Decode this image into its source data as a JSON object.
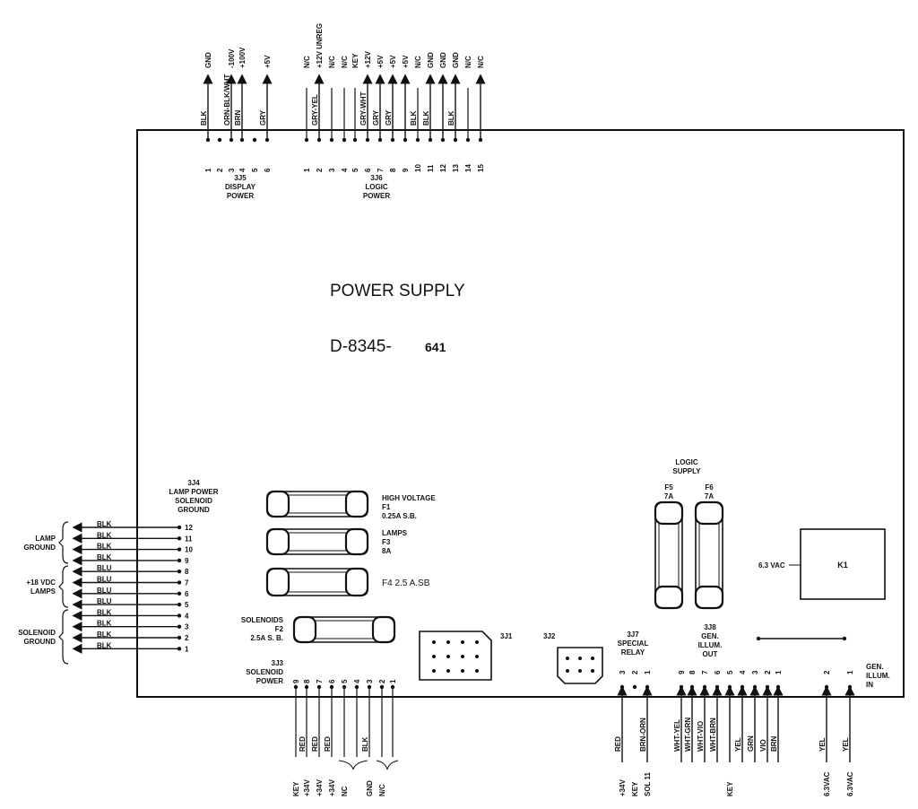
{
  "board": {
    "title": "POWER SUPPLY",
    "part_prefix": "D-8345-",
    "part_suffix": "641"
  },
  "connectors": {
    "j5": {
      "title": [
        "3J5",
        "DISPLAY",
        "POWER"
      ],
      "pins": [
        {
          "pin": "1",
          "wire": "BLK",
          "signal": "GND",
          "dir": "out"
        },
        {
          "pin": "2",
          "wire": "",
          "signal": "",
          "dir": "none"
        },
        {
          "pin": "3",
          "wire": "ORN-BLK/WHT",
          "signal": "-100V",
          "dir": "out"
        },
        {
          "pin": "4",
          "wire": "BRN",
          "signal": "+100V",
          "dir": "out"
        },
        {
          "pin": "5",
          "wire": "",
          "signal": "",
          "dir": "none"
        },
        {
          "pin": "6",
          "wire": "GRY",
          "signal": "+5V",
          "dir": "out"
        }
      ]
    },
    "j6": {
      "title": [
        "3J6",
        "LOGIC",
        "POWER"
      ],
      "pins": [
        {
          "pin": "1",
          "wire": "",
          "signal": "N/C",
          "dir": "none"
        },
        {
          "pin": "2",
          "wire": "GRY-YEL",
          "signal": "+12V UNREG",
          "dir": "out"
        },
        {
          "pin": "3",
          "wire": "",
          "signal": "N/C",
          "dir": "none"
        },
        {
          "pin": "4",
          "wire": "",
          "signal": "N/C",
          "dir": "none"
        },
        {
          "pin": "5",
          "wire": "",
          "signal": "KEY",
          "dir": "none"
        },
        {
          "pin": "6",
          "wire": "GRY-WHT",
          "signal": "+12V",
          "dir": "out"
        },
        {
          "pin": "7",
          "wire": "GRY",
          "signal": "+5V",
          "dir": "out"
        },
        {
          "pin": "8",
          "wire": "GRY",
          "signal": "+5V",
          "dir": "out"
        },
        {
          "pin": "9",
          "wire": "",
          "signal": "+5V",
          "dir": "out"
        },
        {
          "pin": "10",
          "wire": "BLK",
          "signal": "N/C",
          "dir": "none"
        },
        {
          "pin": "11",
          "wire": "BLK",
          "signal": "GND",
          "dir": "out"
        },
        {
          "pin": "12",
          "wire": "",
          "signal": "GND",
          "dir": "out"
        },
        {
          "pin": "13",
          "wire": "BLK",
          "signal": "GND",
          "dir": "out"
        },
        {
          "pin": "14",
          "wire": "",
          "signal": "N/C",
          "dir": "none"
        },
        {
          "pin": "15",
          "wire": "",
          "signal": "N/C",
          "dir": "out"
        }
      ]
    },
    "j4": {
      "title": [
        "3J4",
        "LAMP POWER",
        "SOLENOID",
        "GROUND"
      ],
      "pins": [
        {
          "pin": "12",
          "wire": "BLK"
        },
        {
          "pin": "11",
          "wire": "BLK"
        },
        {
          "pin": "10",
          "wire": "BLK"
        },
        {
          "pin": "9",
          "wire": "BLK"
        },
        {
          "pin": "8",
          "wire": "BLU"
        },
        {
          "pin": "7",
          "wire": "BLU"
        },
        {
          "pin": "6",
          "wire": "BLU"
        },
        {
          "pin": "5",
          "wire": "BLU"
        },
        {
          "pin": "4",
          "wire": "BLK"
        },
        {
          "pin": "3",
          "wire": "BLK"
        },
        {
          "pin": "2",
          "wire": "BLK"
        },
        {
          "pin": "1",
          "wire": "BLK"
        }
      ],
      "groups": [
        {
          "label": [
            "LAMP",
            "GROUND"
          ]
        },
        {
          "label": [
            "+18 VDC",
            "LAMPS"
          ]
        },
        {
          "label": [
            "SOLENOID",
            "GROUND"
          ]
        }
      ]
    },
    "j3": {
      "title": [
        "3J3",
        "SOLENOID",
        "POWER"
      ],
      "pins": [
        {
          "pin": "9",
          "wire": "",
          "signal": "KEY"
        },
        {
          "pin": "8",
          "wire": "RED",
          "signal": "+34V"
        },
        {
          "pin": "7",
          "wire": "RED",
          "signal": "+34V"
        },
        {
          "pin": "6",
          "wire": "RED",
          "signal": "+34V"
        },
        {
          "pin": "5",
          "wire": "",
          "signal": "NC"
        },
        {
          "pin": "4",
          "wire": "",
          "signal": ""
        },
        {
          "pin": "3",
          "wire": "BLK",
          "signal": "GND"
        },
        {
          "pin": "2",
          "wire": "",
          "signal": "N/C"
        },
        {
          "pin": "1",
          "wire": "",
          "signal": ""
        }
      ]
    },
    "j1": {
      "label": "3J1"
    },
    "j2": {
      "label": "3J2"
    },
    "j7": {
      "title": [
        "3J7",
        "SPECIAL",
        "RELAY"
      ],
      "pins": [
        {
          "pin": "3",
          "wire": "RED",
          "signal": "+34V",
          "dir": "in"
        },
        {
          "pin": "2",
          "wire": "",
          "signal": "KEY",
          "dir": "none"
        },
        {
          "pin": "1",
          "wire": "BRN-ORN",
          "signal": "SOL 11",
          "dir": "in"
        }
      ]
    },
    "j8": {
      "title": [
        "3J8",
        "GEN.",
        "ILLUM.",
        "OUT"
      ],
      "pins": [
        {
          "pin": "9",
          "wire": "WHT-YEL",
          "signal": ""
        },
        {
          "pin": "8",
          "wire": "WHT-GRN",
          "signal": ""
        },
        {
          "pin": "7",
          "wire": "WHT-VIO",
          "signal": ""
        },
        {
          "pin": "6",
          "wire": "WHT-BRN",
          "signal": ""
        },
        {
          "pin": "5",
          "wire": "",
          "signal": "KEY"
        },
        {
          "pin": "4",
          "wire": "YEL",
          "signal": ""
        },
        {
          "pin": "3",
          "wire": "GRN",
          "signal": ""
        },
        {
          "pin": "2",
          "wire": "VIO",
          "signal": ""
        },
        {
          "pin": "1",
          "wire": "BRN",
          "signal": ""
        }
      ]
    },
    "j9": {
      "title": [
        "GEN.",
        "ILLUM.",
        "IN"
      ],
      "pins": [
        {
          "pin": "2",
          "wire": "YEL",
          "signal": "6.3VAC"
        },
        {
          "pin": "1",
          "wire": "YEL",
          "signal": "6.3VAC"
        }
      ]
    }
  },
  "fuses": {
    "f1": {
      "lines": [
        "HIGH VOLTAGE",
        "F1",
        "0.25A S.B."
      ]
    },
    "f3": {
      "lines": [
        "LAMPS",
        "F3",
        "8A"
      ]
    },
    "f4": {
      "lines": [
        "F4   2.5 A.SB"
      ]
    },
    "f2": {
      "lines": [
        "SOLENOIDS",
        "F2",
        "2.5A  S. B."
      ]
    },
    "logic_supply": {
      "lines": [
        "LOGIC",
        "SUPPLY"
      ]
    },
    "f5": {
      "lines": [
        "F5",
        "7A"
      ]
    },
    "f6": {
      "lines": [
        "F6",
        "7A"
      ]
    }
  },
  "relay": {
    "label": "K1",
    "voltage": "6.3 VAC"
  }
}
